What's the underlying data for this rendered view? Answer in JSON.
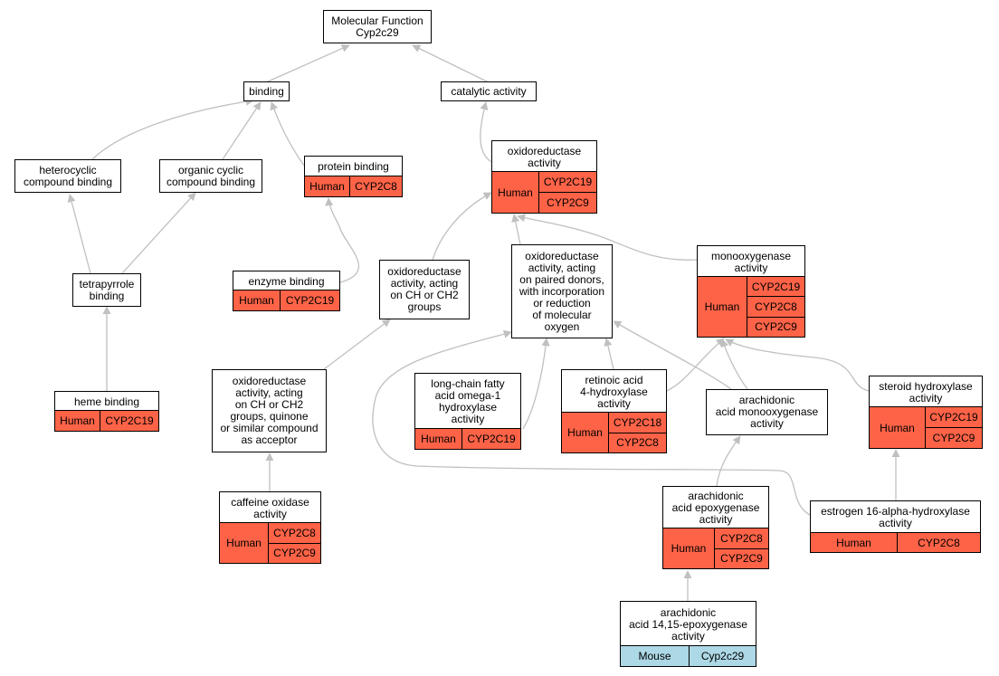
{
  "title": "Molecular Function Cyp2c29",
  "colors": {
    "human": "#ff6347",
    "mouse": "#add8e6",
    "edge": "#c0c0c0"
  },
  "nodes": {
    "root": "Molecular Function\nCyp2c29",
    "binding": "binding",
    "catalytic": "catalytic activity",
    "heterocyclic": "heterocyclic\ncompound binding",
    "organic_cyclic": "organic cyclic\ncompound binding",
    "protein_binding": {
      "label": "protein binding",
      "species": "Human",
      "genes": [
        "CYP2C8"
      ]
    },
    "oxidoreductase": {
      "label": "oxidoreductase\nactivity",
      "species": "Human",
      "genes": [
        "CYP2C19",
        "CYP2C9"
      ]
    },
    "tetrapyrrole": "tetrapyrrole\nbinding",
    "enzyme_binding": {
      "label": "enzyme binding",
      "species": "Human",
      "genes": [
        "CYP2C19"
      ]
    },
    "ox_ch": "oxidoreductase\nactivity, acting\non CH or CH2\ngroups",
    "ox_paired": "oxidoreductase\nactivity, acting\non paired donors,\nwith incorporation\nor reduction\nof molecular\noxygen",
    "monooxygenase": {
      "label": "monooxygenase\nactivity",
      "species": "Human",
      "genes": [
        "CYP2C19",
        "CYP2C8",
        "CYP2C9"
      ]
    },
    "heme_binding": {
      "label": "heme binding",
      "species": "Human",
      "genes": [
        "CYP2C19"
      ]
    },
    "ox_quinone": "oxidoreductase\nactivity, acting\non CH or CH2\ngroups, quinone\nor similar compound\nas acceptor",
    "long_chain": {
      "label": "long-chain fatty\nacid omega-1\nhydroxylase\nactivity",
      "species": "Human",
      "genes": [
        "CYP2C19"
      ]
    },
    "retinoic": {
      "label": "retinoic acid\n4-hydroxylase\nactivity",
      "species": "Human",
      "genes": [
        "CYP2C18",
        "CYP2C8"
      ]
    },
    "arach_mono": "arachidonic\nacid monooxygenase\nactivity",
    "steroid": {
      "label": "steroid hydroxylase\nactivity",
      "species": "Human",
      "genes": [
        "CYP2C19",
        "CYP2C9"
      ]
    },
    "caffeine": {
      "label": "caffeine oxidase\nactivity",
      "species": "Human",
      "genes": [
        "CYP2C8",
        "CYP2C9"
      ]
    },
    "arach_epox": {
      "label": "arachidonic\nacid epoxygenase\nactivity",
      "species": "Human",
      "genes": [
        "CYP2C8",
        "CYP2C9"
      ]
    },
    "estrogen": {
      "label": "estrogen 16-alpha-hydroxylase\nactivity",
      "species": "Human",
      "genes": [
        "CYP2C8"
      ]
    },
    "arach_1415": {
      "label": "arachidonic\nacid 14,15-epoxygenase\nactivity",
      "species": "Mouse",
      "genes": [
        "Cyp2c29"
      ]
    }
  }
}
